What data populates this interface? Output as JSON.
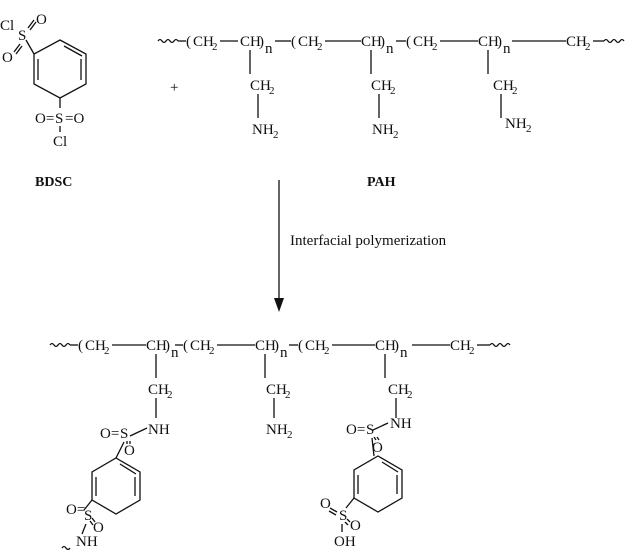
{
  "reactants": {
    "bdsc_label": "BDSC",
    "pah_label": "PAH",
    "plus": "+"
  },
  "arrow": {
    "label": "Interfacial polymerization"
  },
  "atoms": {
    "cl": "Cl",
    "s": "S",
    "o": "O",
    "o_eq": "O=",
    "eq_o": "=O",
    "oh": "OH",
    "nh": "NH",
    "ch": "CH",
    "ch2": "CH",
    "two": "2",
    "nh2": "NH",
    "n": "n",
    "paren_l": "(",
    "paren_r": ")"
  }
}
